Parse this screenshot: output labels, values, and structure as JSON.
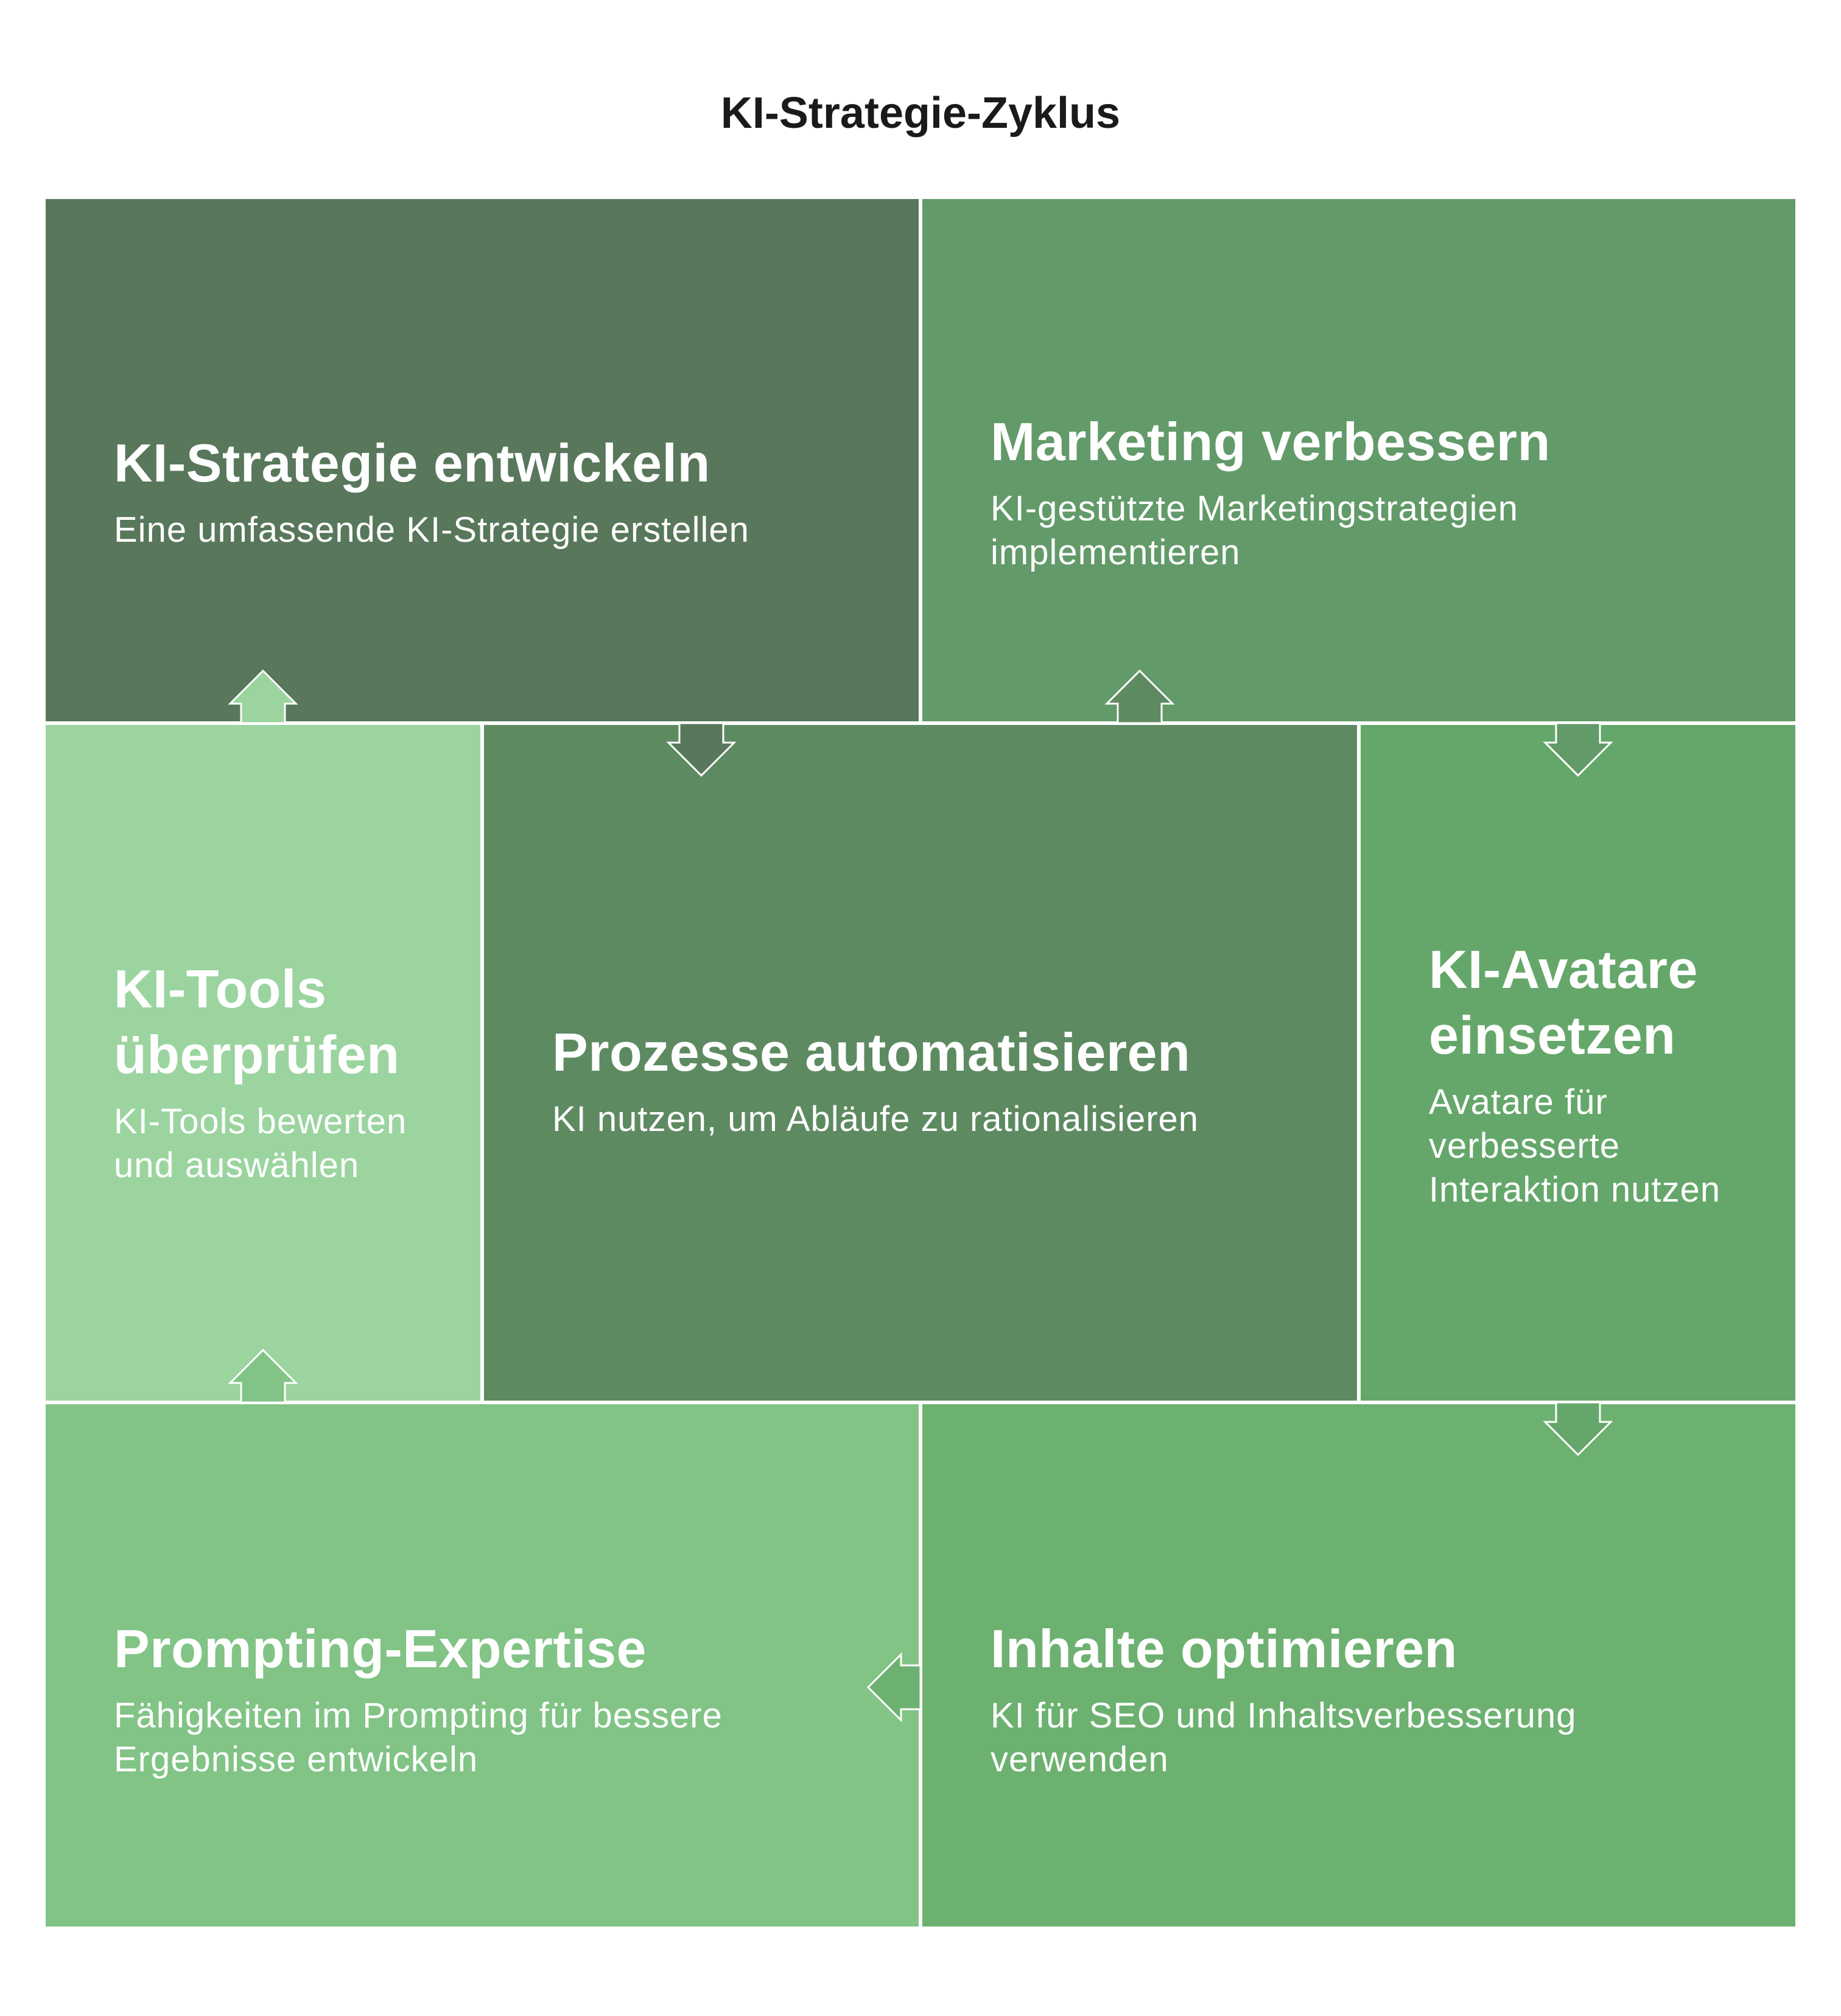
{
  "title": "KI-Strategie-Zyklus",
  "cells": {
    "strategie": {
      "heading": "KI-Strategie entwickeln",
      "description": "Eine umfassende KI-Strategie erstellen",
      "color": "#58775b"
    },
    "marketing": {
      "heading": "Marketing verbessern",
      "description": "KI-gestützte Marketingstrategien implementieren",
      "color": "#629a69"
    },
    "tools": {
      "heading": "KI-Tools überprüfen",
      "description": "KI-Tools bewerten und auswählen",
      "color": "#9bd49f"
    },
    "prozesse": {
      "heading": "Prozesse automatisieren",
      "description": "KI nutzen, um Abläufe zu rationalisieren",
      "color": "#5e8a62"
    },
    "avatare": {
      "heading": "KI-Avatare einsetzen",
      "description": "Avatare für verbesserte Interaktion nutzen",
      "color": "#65a76b"
    },
    "prompting": {
      "heading": "Prompting-Expertise",
      "description": "Fähigkeiten im Prompting für bessere Ergebnisse entwickeln",
      "color": "#81c486"
    },
    "inhalte": {
      "heading": "Inhalte optimieren",
      "description": "KI für SEO und Inhaltsverbesserung verwenden",
      "color": "#6cb170"
    }
  }
}
